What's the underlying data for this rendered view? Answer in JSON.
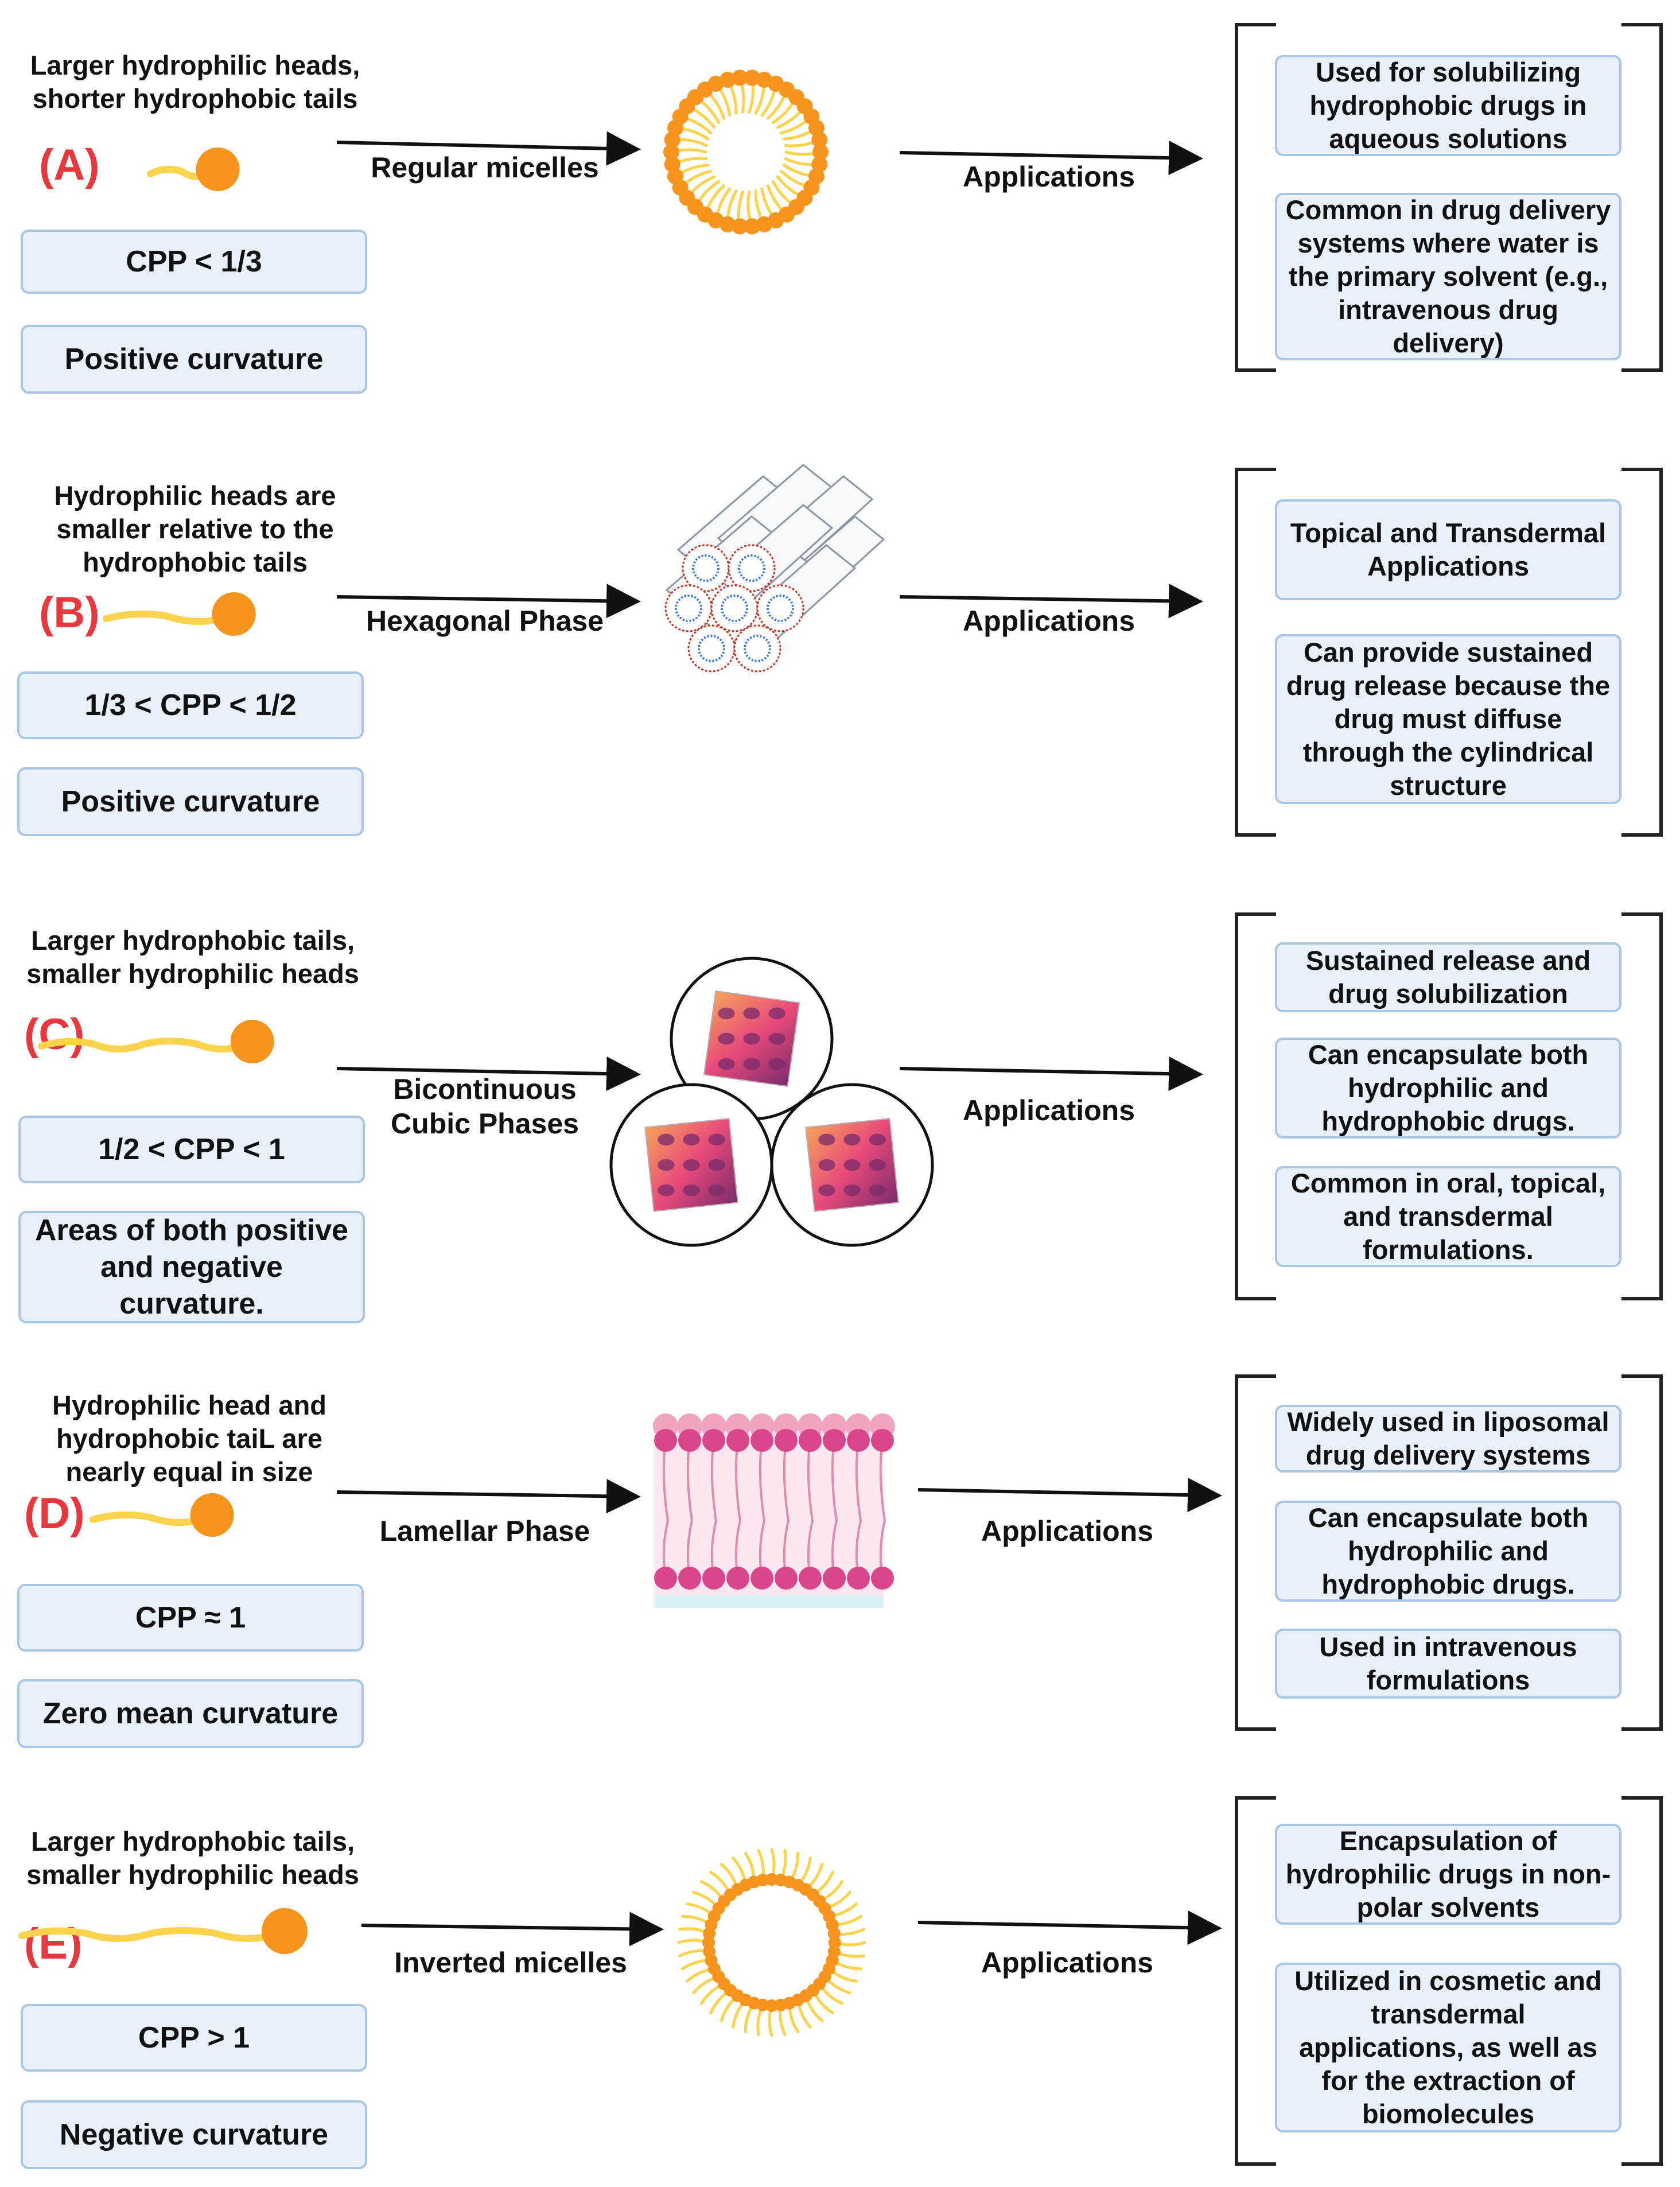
{
  "rows": [
    {
      "id": "A",
      "letter": "(A)",
      "description": [
        "Larger hydrophilic heads,",
        "shorter hydrophobic tails"
      ],
      "cpp": "CPP < 1/3",
      "curvature": [
        "Positive curvature"
      ],
      "phase": [
        "Regular micelles"
      ],
      "applications_label": "Applications",
      "applications": [
        [
          "Used for solubilizing",
          "hydrophobic drugs in",
          "aqueous solutions"
        ],
        [
          "Common in drug delivery",
          "systems where water is",
          "the primary solvent (e.g.,",
          "intravenous drug",
          "delivery)"
        ]
      ]
    },
    {
      "id": "B",
      "letter": "(B)",
      "description": [
        "Hydrophilic heads are",
        "smaller relative to the",
        "hydrophobic tails"
      ],
      "cpp": "1/3 < CPP < 1/2",
      "curvature": [
        "Positive curvature"
      ],
      "phase": [
        "Hexagonal Phase"
      ],
      "applications_label": "Applications",
      "applications": [
        [
          "Topical and Transdermal",
          "Applications"
        ],
        [
          "Can provide sustained",
          "drug release because the",
          "drug must diffuse",
          "through the cylindrical",
          "structure"
        ]
      ]
    },
    {
      "id": "C",
      "letter": "(C)",
      "description": [
        "Larger hydrophobic tails,",
        "smaller hydrophilic heads"
      ],
      "cpp": "1/2 < CPP < 1",
      "curvature": [
        "Areas of both positive",
        "and negative",
        "curvature."
      ],
      "phase": [
        "Bicontinuous",
        "Cubic Phases"
      ],
      "applications_label": "Applications",
      "applications": [
        [
          "Sustained release and",
          "drug solubilization"
        ],
        [
          "Can encapsulate both",
          "hydrophilic and",
          "hydrophobic drugs."
        ],
        [
          "Common in oral, topical,",
          "and transdermal",
          "formulations."
        ]
      ]
    },
    {
      "id": "D",
      "letter": "(D)",
      "description": [
        "Hydrophilic head and",
        "hydrophobic taiL are",
        "nearly equal in size"
      ],
      "cpp": "CPP ≈ 1",
      "curvature": [
        "Zero mean curvature"
      ],
      "phase": [
        "Lamellar Phase"
      ],
      "applications_label": "Applications",
      "applications": [
        [
          "Widely used in liposomal",
          "drug delivery systems"
        ],
        [
          "Can encapsulate both",
          "hydrophilic and",
          "hydrophobic drugs."
        ],
        [
          "Used in intravenous",
          "formulations"
        ]
      ]
    },
    {
      "id": "E",
      "letter": "(E)",
      "description": [
        "Larger hydrophobic tails,",
        "smaller hydrophilic heads"
      ],
      "cpp": "CPP > 1",
      "curvature": [
        "Negative curvature"
      ],
      "phase": [
        "Inverted micelles"
      ],
      "applications_label": "Applications",
      "applications": [
        [
          "Encapsulation of",
          "hydrophilic drugs in non-",
          "polar solvents"
        ],
        [
          "Utilized in cosmetic and",
          "transdermal",
          "applications, as well as",
          "for the extraction of",
          "biomolecules"
        ]
      ]
    }
  ],
  "colors": {
    "head": "#f7941d",
    "tail": "#fbd34d",
    "letter": "#e8383d",
    "box_fill": "#e8f1fb",
    "box_border": "#a9c6e4",
    "cubic_pink": "#e84a7a",
    "cubic_purple": "#7b2b6b",
    "lamellar_pink": "#d9478a",
    "hex_blue": "#3a7bd5"
  }
}
